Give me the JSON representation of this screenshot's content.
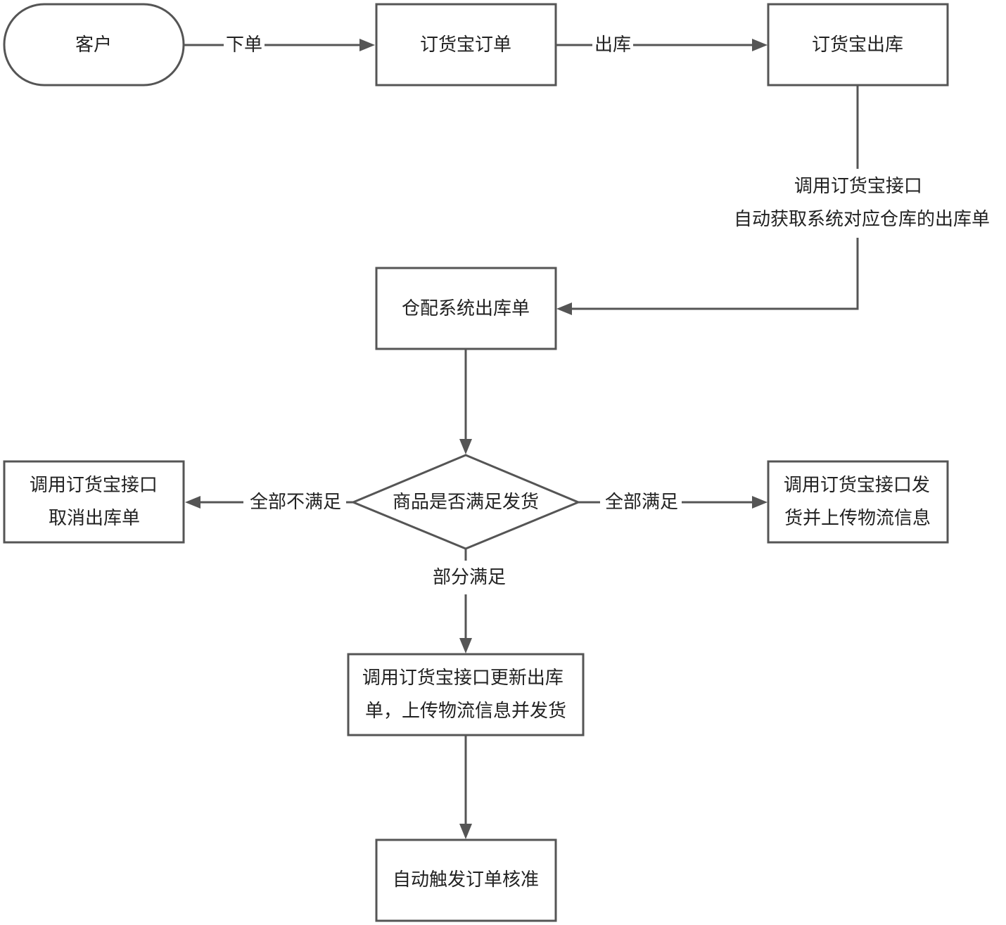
{
  "nodes": {
    "customer": {
      "lines": [
        "客户"
      ]
    },
    "dhb_order": {
      "lines": [
        "订货宝订单"
      ]
    },
    "dhb_outbound": {
      "lines": [
        "订货宝出库"
      ]
    },
    "wms_outbound": {
      "lines": [
        "仓配系统出库单"
      ]
    },
    "decision": {
      "lines": [
        "商品是否满足发货"
      ]
    },
    "cancel": {
      "lines": [
        "调用订货宝接口",
        "取消出库单"
      ]
    },
    "ship_full": {
      "lines": [
        "调用订货宝接口发",
        "货并上传物流信息"
      ]
    },
    "ship_partial": {
      "lines": [
        "调用订货宝接口更新出库",
        "单，上传物流信息并发货"
      ]
    },
    "auto_approve": {
      "lines": [
        "自动触发订单核准"
      ]
    }
  },
  "edges": {
    "place_order": {
      "lines": [
        "下单"
      ]
    },
    "outbound": {
      "lines": [
        "出库"
      ]
    },
    "auto_fetch": {
      "lines": [
        "调用订货宝接口",
        "自动获取系统对应仓库的出库单"
      ]
    },
    "none_satisfied": {
      "lines": [
        "全部不满足"
      ]
    },
    "all_satisfied": {
      "lines": [
        "全部满足"
      ]
    },
    "partial_satisfied": {
      "lines": [
        "部分满足"
      ]
    }
  }
}
